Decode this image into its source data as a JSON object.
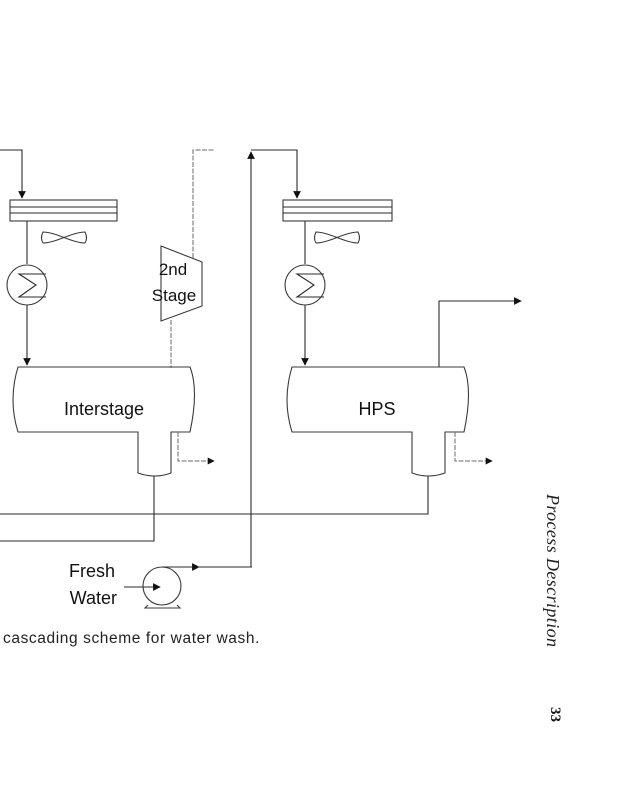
{
  "diagram": {
    "equipment": {
      "compressor": {
        "label_line1": "2nd",
        "label_line2": "Stage"
      },
      "interstage_drum": {
        "label": "Interstage"
      },
      "hps_drum": {
        "label": "HPS"
      },
      "fresh_water_pump": {
        "label_line1": "Fresh",
        "label_line2": "Water"
      }
    },
    "icons": [
      "air-cooler",
      "fan",
      "heat-exchanger",
      "compressor",
      "separator-drum",
      "pump",
      "flow-arrow"
    ]
  },
  "caption": "cascading scheme for water wash.",
  "running_head": "Process Description",
  "page_number": "33"
}
